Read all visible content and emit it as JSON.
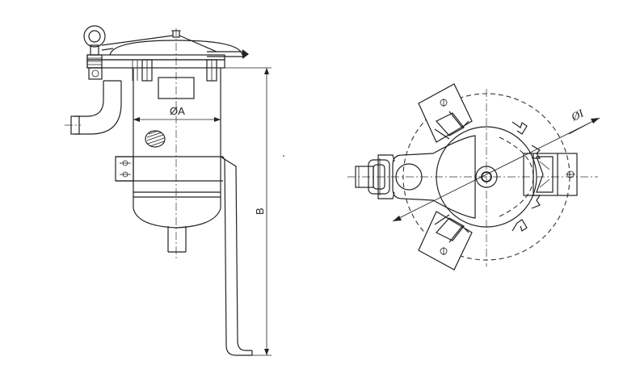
{
  "labels": {
    "dim_a": "ØA",
    "dim_b": "B",
    "dim_i": "ØI"
  },
  "colors": {
    "line": "#222222",
    "background": "#ffffff"
  }
}
